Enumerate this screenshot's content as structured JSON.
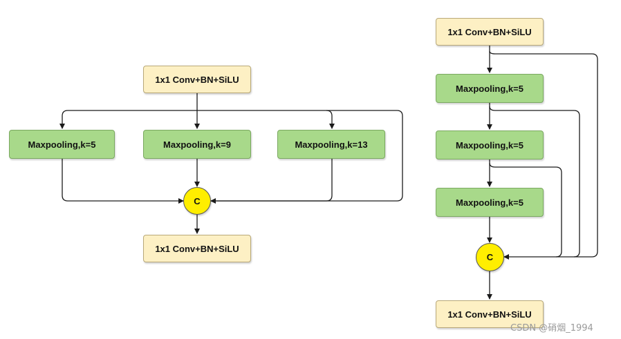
{
  "left_diagram": {
    "top_conv": "1x1 Conv+BN+SiLU",
    "pool_a": "Maxpooling,k=5",
    "pool_b": "Maxpooling,k=9",
    "pool_c": "Maxpooling,k=13",
    "concat": "C",
    "bottom_conv": "1x1 Conv+BN+SiLU"
  },
  "right_diagram": {
    "top_conv": "1x1 Conv+BN+SiLU",
    "pool_1": "Maxpooling,k=5",
    "pool_2": "Maxpooling,k=5",
    "pool_3": "Maxpooling,k=5",
    "concat": "C",
    "bottom_conv": "1x1 Conv+BN+SiLU"
  },
  "watermark": "CSDN @硝烟_1994",
  "colors": {
    "conv_fill": "#fdf0c4",
    "pool_fill": "#a8d98a",
    "concat_fill": "#ffee00",
    "line": "#1a1a1a"
  }
}
